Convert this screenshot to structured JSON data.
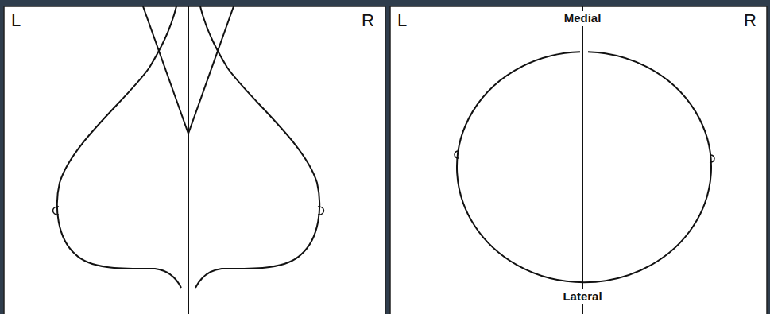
{
  "diagram": {
    "labels": [
      "L",
      "R",
      "L",
      "Medial",
      "R",
      "Lateral"
    ]
  }
}
